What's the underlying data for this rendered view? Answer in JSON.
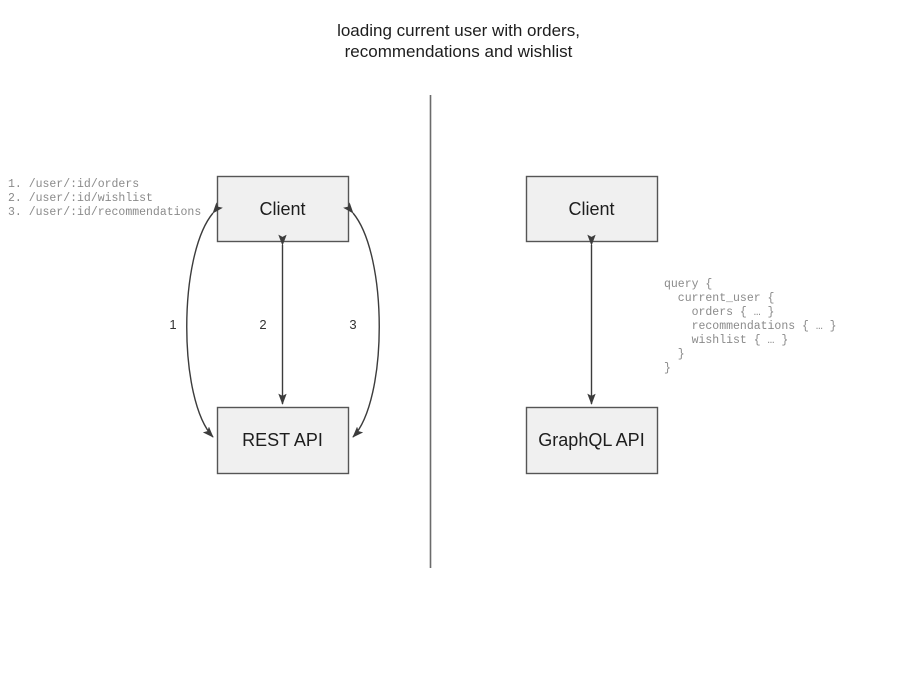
{
  "title": "loading current user with orders,\nrecommendations and wishlist",
  "colors": {
    "box_fill": "#f0f0f0",
    "box_stroke": "#555555",
    "edge": "#3c3c3c",
    "divider": "#6b6b6b",
    "code_text": "#8a8a8a",
    "label_text": "#1d1d1d",
    "background": "#ffffff"
  },
  "left_panel": {
    "name": "rest-approach",
    "nodes": [
      {
        "id": "client-left",
        "label": "Client"
      },
      {
        "id": "rest-api",
        "label": "REST API"
      }
    ],
    "edges": [
      {
        "number": "1",
        "from": "client-left",
        "to": "rest-api",
        "shape": "curve-left",
        "bidirectional": true
      },
      {
        "number": "2",
        "from": "client-left",
        "to": "rest-api",
        "shape": "straight",
        "bidirectional": true
      },
      {
        "number": "3",
        "from": "client-left",
        "to": "rest-api",
        "shape": "curve-right",
        "bidirectional": true
      }
    ],
    "endpoints_code": "1. /user/:id/orders\n2. /user/:id/wishlist\n3. /user/:id/recommendations",
    "endpoints": [
      {
        "number": "1.",
        "path": "/user/:id/orders"
      },
      {
        "number": "2.",
        "path": "/user/:id/wishlist"
      },
      {
        "number": "3.",
        "path": "/user/:id/recommendations"
      }
    ]
  },
  "right_panel": {
    "name": "graphql-approach",
    "nodes": [
      {
        "id": "client-right",
        "label": "Client"
      },
      {
        "id": "graphql-api",
        "label": "GraphQL API"
      }
    ],
    "edges": [
      {
        "from": "client-right",
        "to": "graphql-api",
        "shape": "straight",
        "bidirectional": true
      }
    ],
    "query_code": "query {\n  current_user {\n    orders { … }\n    recommendations { … }\n    wishlist { … }\n  }\n}"
  },
  "divider": {
    "name": "panel-divider",
    "orientation": "vertical"
  }
}
